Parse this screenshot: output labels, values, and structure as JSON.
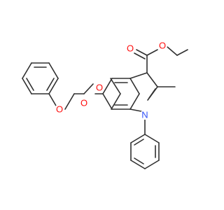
{
  "molecule": {
    "atoms": [
      {
        "id": "o_ether_phenoxy",
        "symbol": "O",
        "color": "#ff0d0d"
      },
      {
        "id": "o_carbonyl_acyloxy",
        "symbol": "O",
        "color": "#ff0d0d"
      },
      {
        "id": "o_ester_acyloxy",
        "symbol": "O",
        "color": "#ff0d0d"
      },
      {
        "id": "o_carbonyl_ethyl_ester",
        "symbol": "O",
        "color": "#ff0d0d"
      },
      {
        "id": "o_ethyl_ester",
        "symbol": "O",
        "color": "#ff0d0d"
      },
      {
        "id": "n_indole",
        "symbol": "N",
        "color": "#3050f8"
      }
    ]
  }
}
